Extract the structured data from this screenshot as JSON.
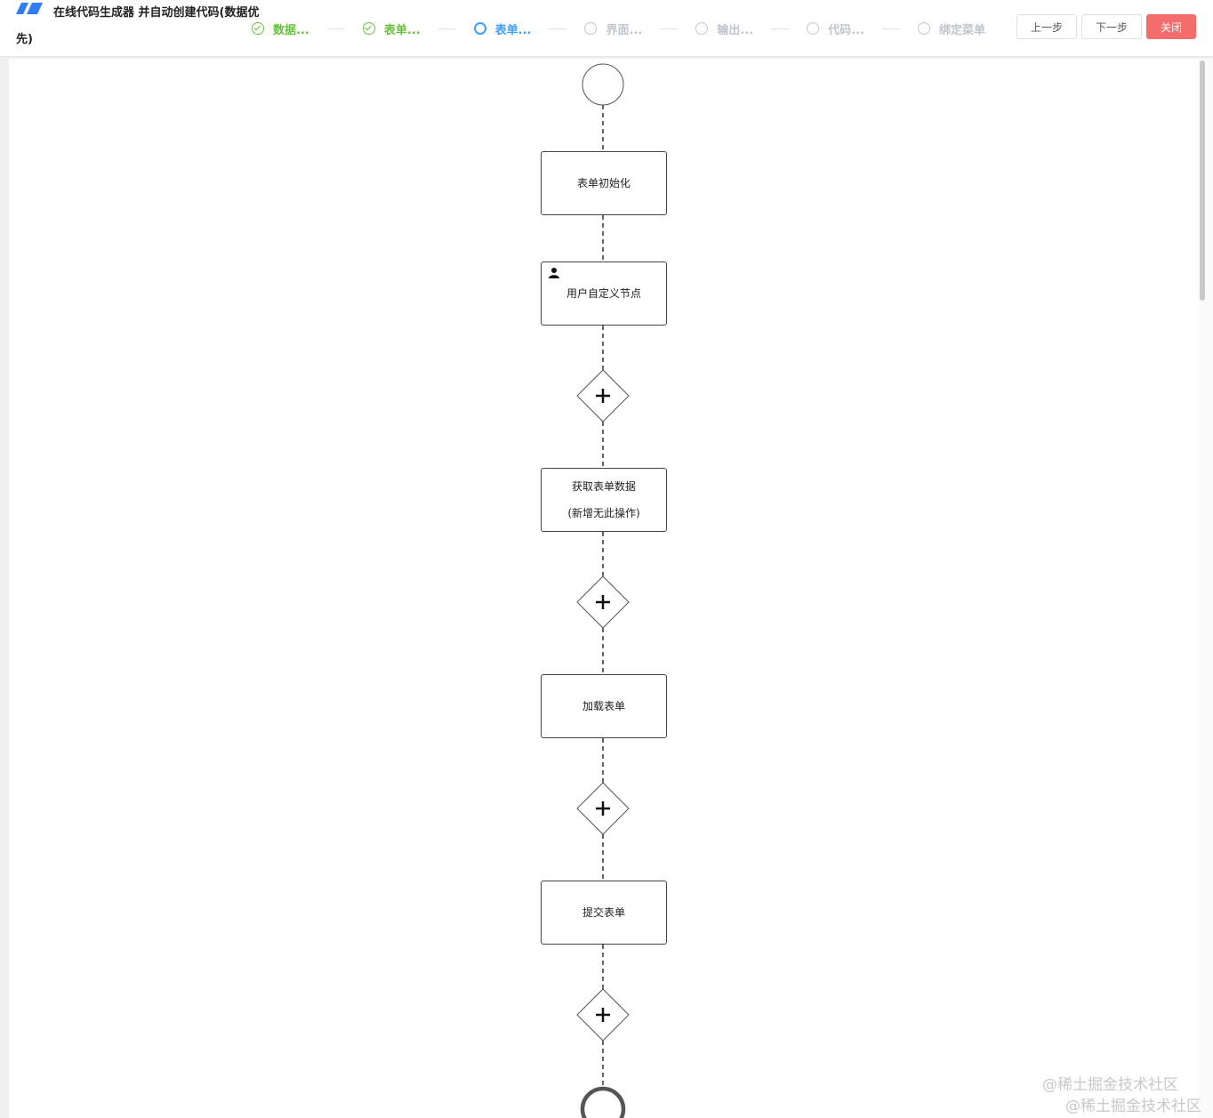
{
  "header": {
    "title": "在线代码生成器 并自动创建代码(数据优先)",
    "steps": [
      {
        "label": "数据...",
        "state": "done"
      },
      {
        "label": "表单...",
        "state": "done"
      },
      {
        "label": "表单...",
        "state": "active"
      },
      {
        "label": "界面...",
        "state": "todo"
      },
      {
        "label": "输出...",
        "state": "todo"
      },
      {
        "label": "代码...",
        "state": "todo"
      },
      {
        "label": "绑定菜单",
        "state": "todo"
      }
    ],
    "buttons": {
      "prev": "上一步",
      "next": "下一步",
      "close": "关闭"
    }
  },
  "flow": {
    "nodes": [
      {
        "line1": "表单初始化",
        "line2": ""
      },
      {
        "line1": "用户自定义节点",
        "line2": ""
      },
      {
        "line1": "获取表单数据",
        "line2": "(新增无此操作)"
      },
      {
        "line1": "加载表单",
        "line2": ""
      },
      {
        "line1": "提交表单",
        "line2": ""
      }
    ]
  },
  "watermark": [
    "@稀土掘金技术社区",
    "@稀土掘金技术社区"
  ],
  "colors": {
    "done": "#67c23a",
    "active": "#409eff",
    "todo": "#c0c4cc",
    "danger": "#f56c6c"
  }
}
